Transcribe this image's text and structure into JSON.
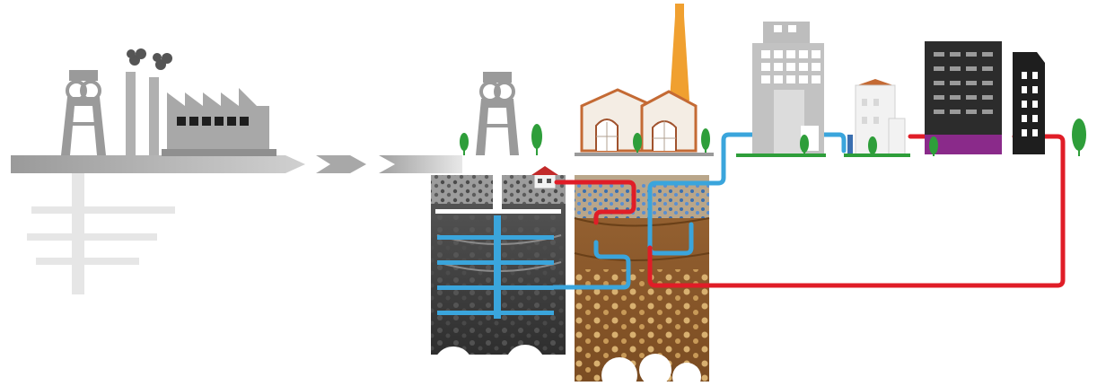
{
  "diagram": {
    "stages": [
      {
        "name": "past-mining-industry"
      },
      {
        "name": "transition"
      },
      {
        "name": "flooded-mine-geothermal"
      },
      {
        "name": "heat-consumers"
      }
    ],
    "icons": [
      "headframe-icon",
      "factory-icon",
      "smoke-icon",
      "chevron-arrow-icon",
      "tree-icon",
      "old-factory-building-icon",
      "chimney-icon",
      "office-tower-icon",
      "round-building-icon",
      "dark-building-icon",
      "heat-pump-house-icon",
      "mine-shaft-icon",
      "soil-layer-icon"
    ],
    "colors": {
      "cold_pipe": "#3aa5dc",
      "hot_pipe": "#e01d27",
      "grey_ground": "#a8a8a8",
      "mine_rock": "#3d3d3d",
      "soil": "#8a5a2b",
      "chimney": "#f0a030",
      "tree": "#2e9e3a",
      "purple_base": "#8a2a8a"
    }
  }
}
